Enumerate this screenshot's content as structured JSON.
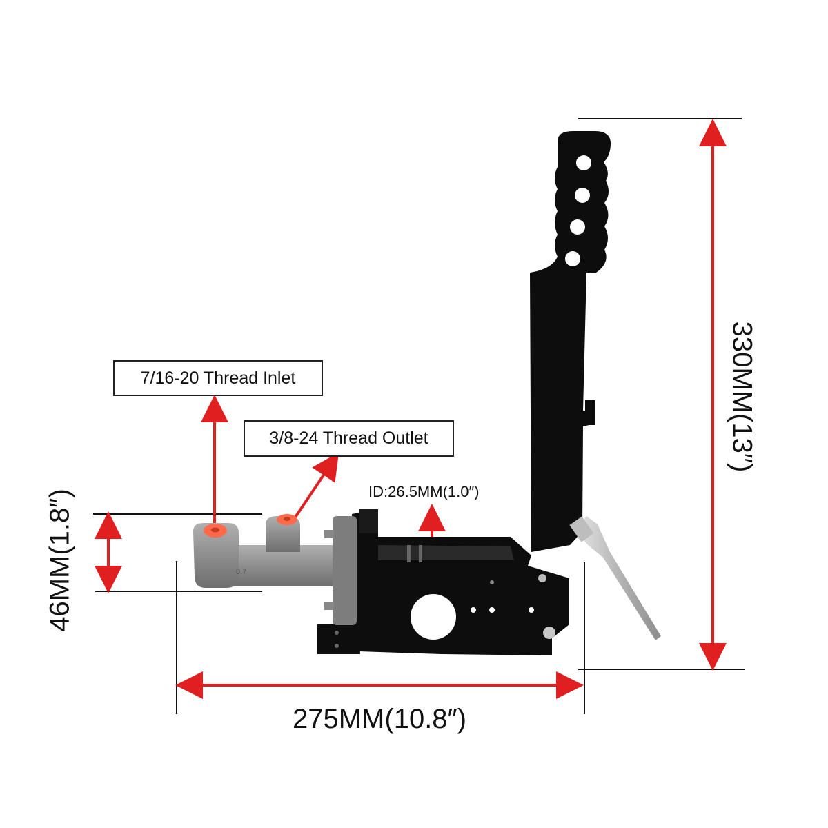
{
  "labels": {
    "inlet": "7/16-20 Thread Inlet",
    "outlet": "3/8-24 Thread Outlet",
    "inner_diameter": "ID:26.5MM(1.0″)",
    "height_small": "46MM(1.8″)",
    "height_total": "330MM(13″)",
    "width_total": "275MM(10.8″)",
    "cylinder_marking": "0.7"
  },
  "colors": {
    "arrow": "#e02020",
    "dimension_line": "#111111",
    "body": "#0d0d0d",
    "cylinder": "#8c8c8c",
    "cap": "#ff6a4a"
  }
}
